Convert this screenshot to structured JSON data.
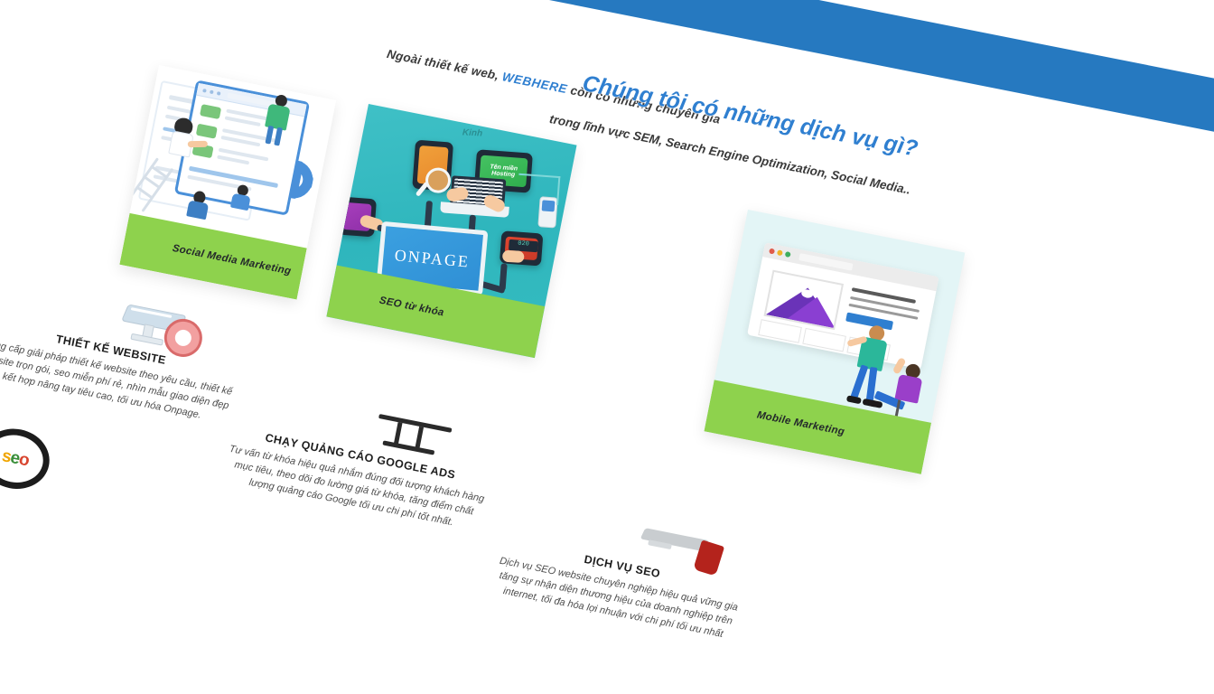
{
  "page": {
    "background_color": "#ffffff",
    "accent_blue": "#2679c0",
    "accent_green": "#8ed24d",
    "heading_blue": "#2f7fd0"
  },
  "header": {
    "lead_prefix": "Ngoài thiết kế web,",
    "brand": "WEBHERE",
    "lead_suffix": "còn có những chuyên gia",
    "headline": "Chúng tôi có những dịch vụ gì?",
    "subline": "trong lĩnh vực SEM, Search Engine Optimization, Social Media.."
  },
  "cards": [
    {
      "id": "social-media-marketing",
      "label": "Social Media Marketing",
      "banner_color": "#8ed24d",
      "background": "#ffffff"
    },
    {
      "id": "seo-tu-khoa",
      "label": "SEO từ khóa",
      "banner_color": "#8ed24d",
      "background": "#35bcc0",
      "screen_text": "ONPAGE",
      "tablet_green_text_line1": "Tên miền",
      "tablet_green_text_line2": "Hosting",
      "corner_text": "Kinh"
    },
    {
      "id": "mobile-marketing",
      "label": "Mobile Marketing",
      "banner_color": "#8ed24d",
      "background": "#e3f5f6"
    }
  ],
  "services": [
    {
      "id": "thiet-ke-website",
      "icon": "monitor-gear-icon",
      "title": "THIẾT KẾ WEBSITE",
      "description": "Cung cấp giải pháp thiết kế website theo yêu cầu, thiết kế website trọn gói, seo miễn phí rẻ, nhìn mẫu giao diện đẹp kết hợp nâng tay tiêu cao, tối ưu hóa Onpage."
    },
    {
      "id": "chay-quang-cao-google-ads",
      "icon": "monitor-outline-icon",
      "title": "CHẠY QUẢNG CÁO GOOGLE ADS",
      "description": "Tư vấn từ khóa hiệu quả nhắm đúng đối tượng khách hàng mục tiêu, theo dõi đo lường giá từ khóa, tăng điểm chất lượng quảng cáo Google tối ưu chi phí tốt nhất."
    },
    {
      "id": "dich-vu-seo",
      "icon": "monitor-red-icon",
      "title": "DỊCH VỤ SEO",
      "description": "Dịch vụ SEO website chuyên nghiệp hiệu quả vững gia tăng sự nhận diện thương hiệu của doanh nghiệp trên internet, tối đa hóa lợi nhuận với chi phí tối ưu nhất"
    }
  ],
  "decor": {
    "seo_magnifier_text": "seo"
  }
}
